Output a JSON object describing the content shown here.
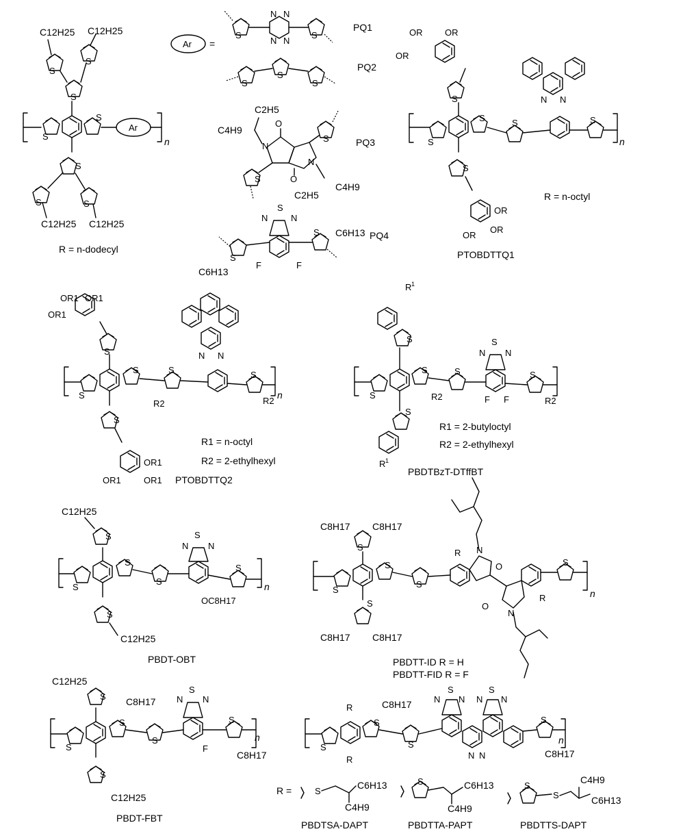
{
  "structures": [
    {
      "id": "pq-general",
      "caption": "R = n-dodecyl",
      "ar_label": "Ar",
      "substituent": "C12H25",
      "repeat_n": "n"
    },
    {
      "id": "ar-definitions",
      "equals": "=",
      "ar_label": "Ar",
      "units": [
        {
          "label": "PQ1"
        },
        {
          "label": "PQ2"
        },
        {
          "label": "PQ3",
          "chains": [
            "C4H9",
            "C2H5",
            "C2H5",
            "C4H9"
          ]
        },
        {
          "label": "PQ4",
          "chains": [
            "C6H13",
            "C6H13"
          ]
        }
      ]
    },
    {
      "id": "ptobdttq1",
      "caption": "PTOBDTTQ1",
      "legend": "R = n-octyl",
      "substituent": "OR"
    },
    {
      "id": "ptobdttq2",
      "caption": "PTOBDTTQ2",
      "legend": [
        "R1 = n-octyl",
        "R2 = 2-ethylhexyl"
      ],
      "substituents": [
        "OR1",
        "R2"
      ]
    },
    {
      "id": "pbdtbzt-dtffbt",
      "caption": "PBDTBzT-DTffBT",
      "legend": [
        "R1 = 2-butyloctyl",
        "R2 = 2-ethylhexyl"
      ],
      "atoms": [
        "F",
        "F"
      ]
    },
    {
      "id": "pbdt-obt",
      "caption": "PBDT-OBT",
      "substituents": [
        "C12H25",
        "C12H25",
        "OC8H17"
      ]
    },
    {
      "id": "pbdtt-id",
      "caption": [
        "PBDTT-ID  R = H",
        "PBDTT-FID  R = F"
      ],
      "substituents": [
        "C8H17",
        "C8H17",
        "C8H17",
        "C8H17"
      ]
    },
    {
      "id": "pbdt-fbt",
      "caption": "PBDT-FBT",
      "substituents": [
        "C12H25",
        "C12H25",
        "C8H17",
        "C8H17"
      ],
      "atoms": [
        "F"
      ]
    },
    {
      "id": "pbdt-apt",
      "substituents": [
        "C8H17",
        "C8H17"
      ],
      "r_label": "R =",
      "variants": [
        {
          "caption": "PBDTSA-DAPT",
          "chains": [
            "C6H13",
            "C4H9"
          ]
        },
        {
          "caption": "PBDTTA-PAPT",
          "chains": [
            "C6H13",
            "C4H9"
          ]
        },
        {
          "caption": "PBDTTS-DAPT",
          "chains": [
            "C4H9",
            "C6H13"
          ]
        }
      ]
    }
  ],
  "atom_labels": {
    "S": "S",
    "N": "N",
    "O": "O",
    "F": "F",
    "R": "R"
  }
}
